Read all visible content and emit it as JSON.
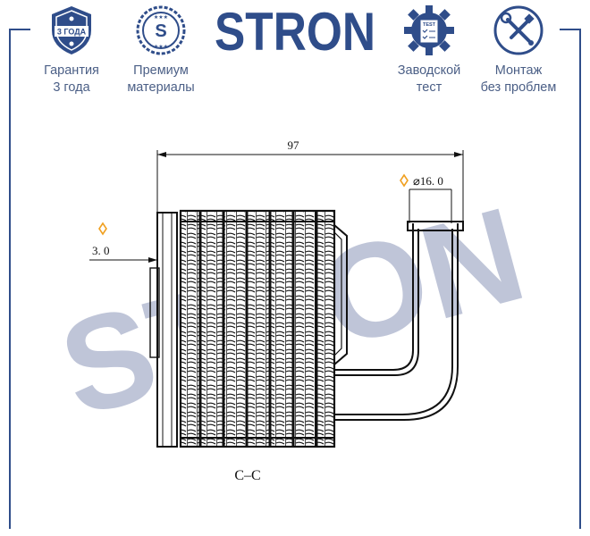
{
  "brand": {
    "name": "STRON",
    "color": "#2f4d8a"
  },
  "badges": [
    {
      "icon": "shield-warranty-icon",
      "badge_text": "3 ГОДА",
      "line1": "Гарантия",
      "line2": "3 года"
    },
    {
      "icon": "premium-seal-icon",
      "badge_text": "S",
      "line1": "Премиум",
      "line2": "материалы"
    },
    {
      "icon": "factory-test-gear-icon",
      "badge_text": "TEST",
      "line1": "Заводской",
      "line2": "тест"
    },
    {
      "icon": "wrench-screwdriver-icon",
      "line1": "Монтаж",
      "line2": "без проблем"
    }
  ],
  "drawing": {
    "overall_width": "97",
    "tube_diameter": "⌀16. 0",
    "flange_thickness": "3. 0",
    "section_label": "C–C",
    "watermark": "STRON"
  },
  "colors": {
    "accent": "#2f4d8a",
    "caption": "#4b5f86",
    "diamond": "#f0a020"
  }
}
